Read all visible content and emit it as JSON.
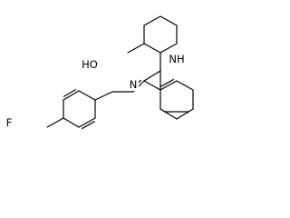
{
  "molecule": {
    "atom_labels": {
      "nh": "NH",
      "hydroxyl": "HO",
      "imine_n": "N",
      "fluorine": "F"
    },
    "label_colors": {
      "nh": "#000000",
      "hydroxyl": "#000000",
      "imine_n": "#000000",
      "fluorine": "#000000"
    },
    "bond_color": "#000000",
    "background": "#ffffff"
  }
}
